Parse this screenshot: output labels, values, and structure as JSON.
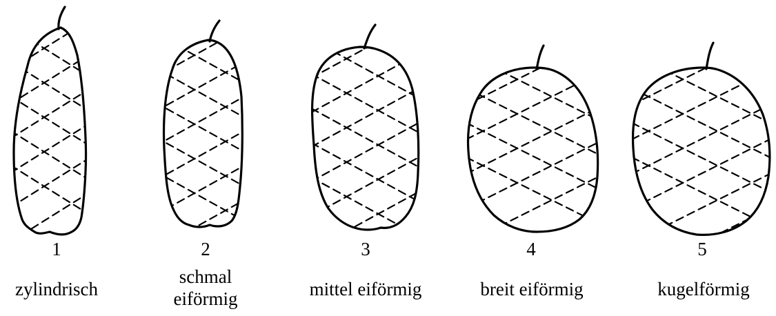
{
  "title": "",
  "shapes": [
    {
      "number": "1",
      "label": "zylindrisch"
    },
    {
      "number": "2",
      "label_line1": "schmal",
      "label_line2": "eiförmig"
    },
    {
      "number": "3",
      "label": "mittel eiförmig"
    },
    {
      "number": "4",
      "label": "breit eiförmig"
    },
    {
      "number": "5",
      "label": "kugelförmig"
    }
  ]
}
